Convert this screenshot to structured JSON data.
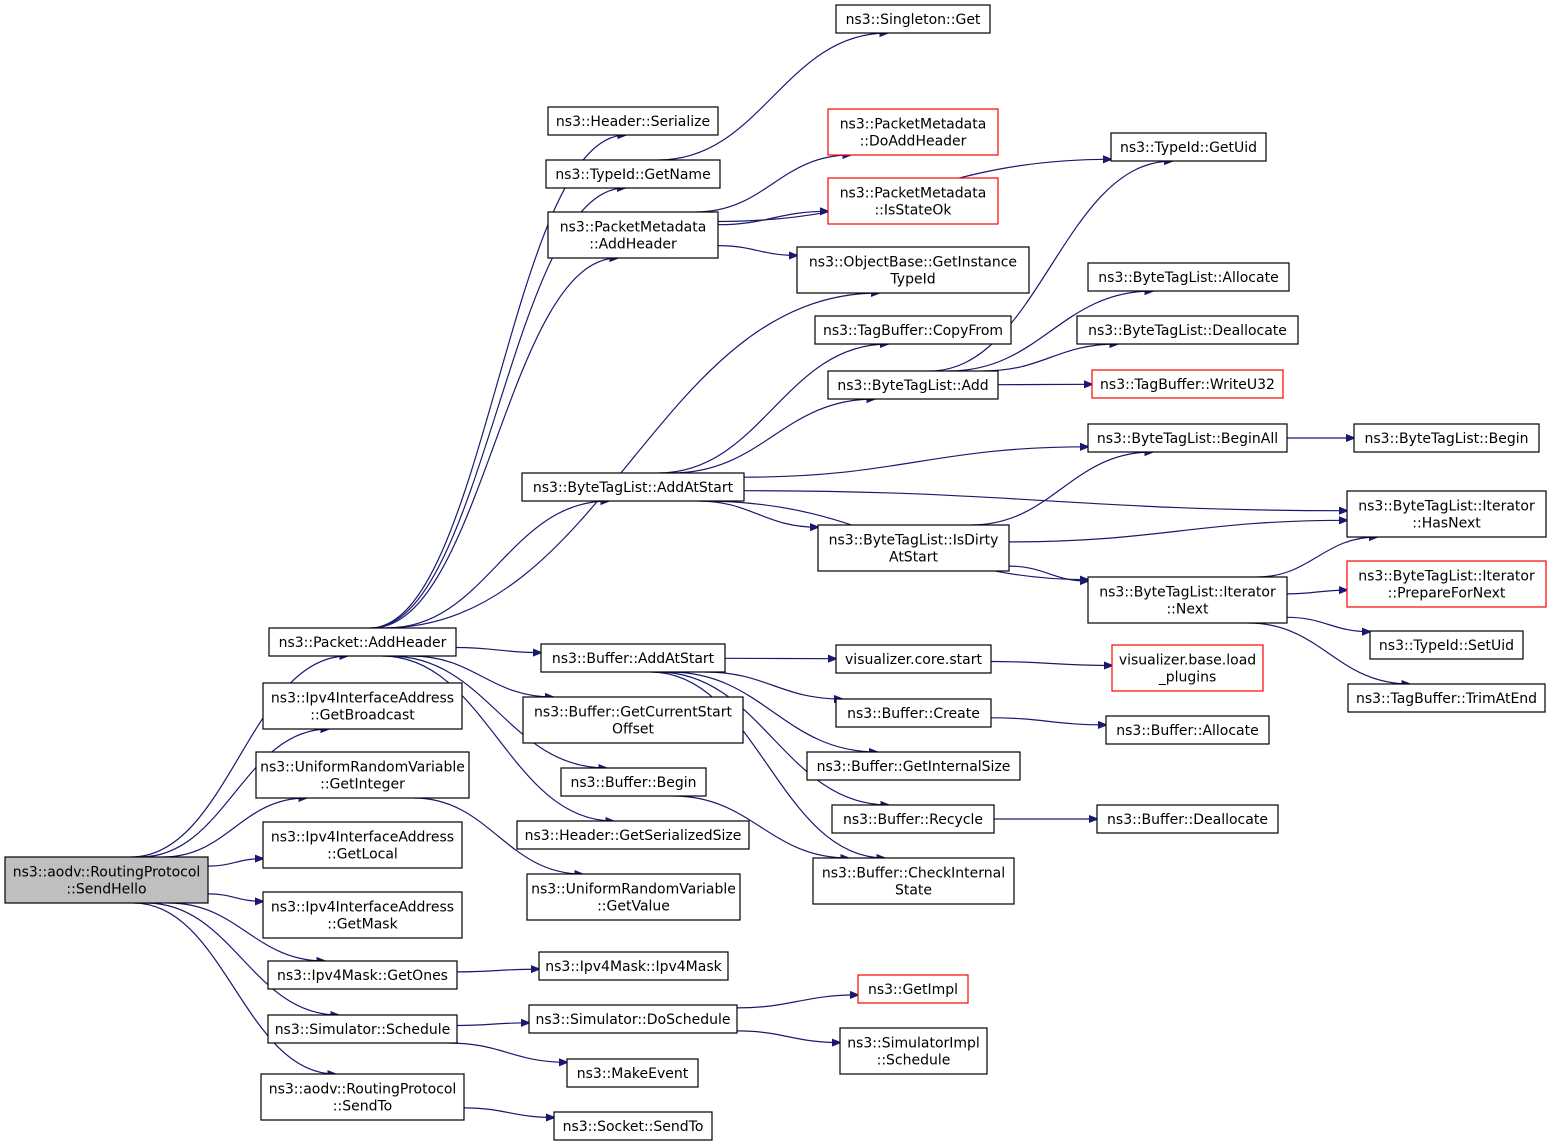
{
  "colors": {
    "edge": "#191970",
    "root_fill": "#bfbfbf",
    "border": "#000000",
    "link_border": "#ff0000"
  },
  "nodes": [
    {
      "id": "root",
      "lines": [
        "ns3::aodv::RoutingProtocol",
        "::SendHello"
      ],
      "kind": "root"
    },
    {
      "id": "packet_addheader",
      "lines": [
        "ns3::Packet::AddHeader"
      ],
      "kind": "black"
    },
    {
      "id": "ipv4ia_getbroadcast",
      "lines": [
        "ns3::Ipv4InterfaceAddress",
        "::GetBroadcast"
      ],
      "kind": "black"
    },
    {
      "id": "urv_getinteger",
      "lines": [
        "ns3::UniformRandomVariable",
        "::GetInteger"
      ],
      "kind": "black"
    },
    {
      "id": "ipv4ia_getlocal",
      "lines": [
        "ns3::Ipv4InterfaceAddress",
        "::GetLocal"
      ],
      "kind": "black"
    },
    {
      "id": "ipv4ia_getmask",
      "lines": [
        "ns3::Ipv4InterfaceAddress",
        "::GetMask"
      ],
      "kind": "black"
    },
    {
      "id": "ipv4mask_getones",
      "lines": [
        "ns3::Ipv4Mask::GetOnes"
      ],
      "kind": "black"
    },
    {
      "id": "simulator_schedule",
      "lines": [
        "ns3::Simulator::Schedule"
      ],
      "kind": "black"
    },
    {
      "id": "aodv_sendto",
      "lines": [
        "ns3::aodv::RoutingProtocol",
        "::SendTo"
      ],
      "kind": "black"
    },
    {
      "id": "header_serialize",
      "lines": [
        "ns3::Header::Serialize"
      ],
      "kind": "black"
    },
    {
      "id": "typeid_getname",
      "lines": [
        "ns3::TypeId::GetName"
      ],
      "kind": "black"
    },
    {
      "id": "pm_addheader",
      "lines": [
        "ns3::PacketMetadata",
        "::AddHeader"
      ],
      "kind": "black"
    },
    {
      "id": "bytetaglist_addatstart",
      "lines": [
        "ns3::ByteTagList::AddAtStart"
      ],
      "kind": "black"
    },
    {
      "id": "buffer_addatstart",
      "lines": [
        "ns3::Buffer::AddAtStart"
      ],
      "kind": "black"
    },
    {
      "id": "buffer_getcurrentstartoffset",
      "lines": [
        "ns3::Buffer::GetCurrentStart",
        "Offset"
      ],
      "kind": "black"
    },
    {
      "id": "buffer_begin",
      "lines": [
        "ns3::Buffer::Begin"
      ],
      "kind": "black"
    },
    {
      "id": "header_getserializedsize",
      "lines": [
        "ns3::Header::GetSerializedSize"
      ],
      "kind": "black"
    },
    {
      "id": "urv_getvalue",
      "lines": [
        "ns3::UniformRandomVariable",
        "::GetValue"
      ],
      "kind": "black"
    },
    {
      "id": "ipv4mask_ipv4mask",
      "lines": [
        "ns3::Ipv4Mask::Ipv4Mask"
      ],
      "kind": "black"
    },
    {
      "id": "simulator_doschedule",
      "lines": [
        "ns3::Simulator::DoSchedule"
      ],
      "kind": "black"
    },
    {
      "id": "makeevent",
      "lines": [
        "ns3::MakeEvent"
      ],
      "kind": "black"
    },
    {
      "id": "socket_sendto",
      "lines": [
        "ns3::Socket::SendTo"
      ],
      "kind": "black"
    },
    {
      "id": "singleton_get",
      "lines": [
        "ns3::Singleton::Get"
      ],
      "kind": "black"
    },
    {
      "id": "pm_doaddheader",
      "lines": [
        "ns3::PacketMetadata",
        "::DoAddHeader"
      ],
      "kind": "red"
    },
    {
      "id": "pm_isstateok",
      "lines": [
        "ns3::PacketMetadata",
        "::IsStateOk"
      ],
      "kind": "red"
    },
    {
      "id": "objectbase_getinstancetypeid",
      "lines": [
        "ns3::ObjectBase::GetInstance",
        "TypeId"
      ],
      "kind": "black"
    },
    {
      "id": "tagbuffer_copyfrom",
      "lines": [
        "ns3::TagBuffer::CopyFrom"
      ],
      "kind": "black"
    },
    {
      "id": "bytetaglist_add",
      "lines": [
        "ns3::ByteTagList::Add"
      ],
      "kind": "black"
    },
    {
      "id": "bytetaglist_isdirtyatstart",
      "lines": [
        "ns3::ByteTagList::IsDirty",
        "AtStart"
      ],
      "kind": "black"
    },
    {
      "id": "visualizer_core_start",
      "lines": [
        "visualizer.core.start"
      ],
      "kind": "black"
    },
    {
      "id": "buffer_create",
      "lines": [
        "ns3::Buffer::Create"
      ],
      "kind": "black"
    },
    {
      "id": "buffer_getinternalsize",
      "lines": [
        "ns3::Buffer::GetInternalSize"
      ],
      "kind": "black"
    },
    {
      "id": "buffer_recycle",
      "lines": [
        "ns3::Buffer::Recycle"
      ],
      "kind": "black"
    },
    {
      "id": "buffer_checkinternalstate",
      "lines": [
        "ns3::Buffer::CheckInternal",
        "State"
      ],
      "kind": "black"
    },
    {
      "id": "getimpl",
      "lines": [
        "ns3::GetImpl"
      ],
      "kind": "red"
    },
    {
      "id": "simulatorimpl_schedule",
      "lines": [
        "ns3::SimulatorImpl",
        "::Schedule"
      ],
      "kind": "black"
    },
    {
      "id": "typeid_getuid",
      "lines": [
        "ns3::TypeId::GetUid"
      ],
      "kind": "black"
    },
    {
      "id": "bytetaglist_allocate",
      "lines": [
        "ns3::ByteTagList::Allocate"
      ],
      "kind": "black"
    },
    {
      "id": "bytetaglist_deallocate",
      "lines": [
        "ns3::ByteTagList::Deallocate"
      ],
      "kind": "black"
    },
    {
      "id": "tagbuffer_writeu32",
      "lines": [
        "ns3::TagBuffer::WriteU32"
      ],
      "kind": "red"
    },
    {
      "id": "bytetaglist_beginall",
      "lines": [
        "ns3::ByteTagList::BeginAll"
      ],
      "kind": "black"
    },
    {
      "id": "bytetaglist_iterator_next",
      "lines": [
        "ns3::ByteTagList::Iterator",
        "::Next"
      ],
      "kind": "black"
    },
    {
      "id": "visualizer_base_load_plugins",
      "lines": [
        "visualizer.base.load",
        "_plugins"
      ],
      "kind": "red"
    },
    {
      "id": "buffer_allocate",
      "lines": [
        "ns3::Buffer::Allocate"
      ],
      "kind": "black"
    },
    {
      "id": "buffer_deallocate",
      "lines": [
        "ns3::Buffer::Deallocate"
      ],
      "kind": "black"
    },
    {
      "id": "bytetaglist_begin",
      "lines": [
        "ns3::ByteTagList::Begin"
      ],
      "kind": "black"
    },
    {
      "id": "bytetaglist_iterator_hasnext",
      "lines": [
        "ns3::ByteTagList::Iterator",
        "::HasNext"
      ],
      "kind": "black"
    },
    {
      "id": "bytetaglist_iterator_prepareforNext",
      "lines": [
        "ns3::ByteTagList::Iterator",
        "::PrepareForNext"
      ],
      "kind": "red"
    },
    {
      "id": "typeid_setuid",
      "lines": [
        "ns3::TypeId::SetUid"
      ],
      "kind": "black"
    },
    {
      "id": "tagbuffer_trimatend",
      "lines": [
        "ns3::TagBuffer::TrimAtEnd"
      ],
      "kind": "black"
    }
  ],
  "edges": [
    [
      "root",
      "packet_addheader"
    ],
    [
      "root",
      "ipv4ia_getbroadcast"
    ],
    [
      "root",
      "urv_getinteger"
    ],
    [
      "root",
      "ipv4ia_getlocal"
    ],
    [
      "root",
      "ipv4ia_getmask"
    ],
    [
      "root",
      "ipv4mask_getones"
    ],
    [
      "root",
      "simulator_schedule"
    ],
    [
      "root",
      "aodv_sendto"
    ],
    [
      "packet_addheader",
      "header_serialize"
    ],
    [
      "packet_addheader",
      "typeid_getname"
    ],
    [
      "packet_addheader",
      "pm_addheader"
    ],
    [
      "packet_addheader",
      "objectbase_getinstancetypeid"
    ],
    [
      "packet_addheader",
      "bytetaglist_addatstart"
    ],
    [
      "packet_addheader",
      "buffer_addatstart"
    ],
    [
      "packet_addheader",
      "buffer_getcurrentstartoffset"
    ],
    [
      "packet_addheader",
      "buffer_begin"
    ],
    [
      "packet_addheader",
      "header_getserializedsize"
    ],
    [
      "urv_getinteger",
      "urv_getvalue"
    ],
    [
      "ipv4mask_getones",
      "ipv4mask_ipv4mask"
    ],
    [
      "simulator_schedule",
      "simulator_doschedule"
    ],
    [
      "simulator_schedule",
      "makeevent"
    ],
    [
      "aodv_sendto",
      "socket_sendto"
    ],
    [
      "typeid_getname",
      "singleton_get"
    ],
    [
      "pm_addheader",
      "typeid_getuid"
    ],
    [
      "pm_addheader",
      "pm_doaddheader"
    ],
    [
      "pm_addheader",
      "pm_isstateok"
    ],
    [
      "pm_addheader",
      "objectbase_getinstancetypeid"
    ],
    [
      "bytetaglist_addatstart",
      "tagbuffer_copyfrom"
    ],
    [
      "bytetaglist_addatstart",
      "bytetaglist_add"
    ],
    [
      "bytetaglist_addatstart",
      "bytetaglist_beginall"
    ],
    [
      "bytetaglist_addatstart",
      "bytetaglist_iterator_hasnext"
    ],
    [
      "bytetaglist_addatstart",
      "bytetaglist_isdirtyatstart"
    ],
    [
      "bytetaglist_addatstart",
      "bytetaglist_iterator_next"
    ],
    [
      "bytetaglist_add",
      "typeid_getuid"
    ],
    [
      "bytetaglist_add",
      "bytetaglist_allocate"
    ],
    [
      "bytetaglist_add",
      "bytetaglist_deallocate"
    ],
    [
      "bytetaglist_add",
      "tagbuffer_writeu32"
    ],
    [
      "bytetaglist_beginall",
      "bytetaglist_begin"
    ],
    [
      "bytetaglist_isdirtyatstart",
      "bytetaglist_beginall"
    ],
    [
      "bytetaglist_isdirtyatstart",
      "bytetaglist_iterator_hasnext"
    ],
    [
      "bytetaglist_isdirtyatstart",
      "bytetaglist_iterator_next"
    ],
    [
      "bytetaglist_iterator_next",
      "bytetaglist_iterator_hasnext"
    ],
    [
      "bytetaglist_iterator_next",
      "bytetaglist_iterator_prepareforNext"
    ],
    [
      "bytetaglist_iterator_next",
      "typeid_setuid"
    ],
    [
      "bytetaglist_iterator_next",
      "tagbuffer_trimatend"
    ],
    [
      "buffer_addatstart",
      "visualizer_core_start"
    ],
    [
      "buffer_addatstart",
      "buffer_create"
    ],
    [
      "buffer_addatstart",
      "buffer_getinternalsize"
    ],
    [
      "buffer_addatstart",
      "buffer_recycle"
    ],
    [
      "buffer_addatstart",
      "buffer_checkinternalstate"
    ],
    [
      "visualizer_core_start",
      "visualizer_base_load_plugins"
    ],
    [
      "buffer_create",
      "buffer_allocate"
    ],
    [
      "buffer_recycle",
      "buffer_deallocate"
    ],
    [
      "buffer_begin",
      "buffer_checkinternalstate"
    ],
    [
      "simulator_doschedule",
      "getimpl"
    ],
    [
      "simulator_doschedule",
      "simulatorimpl_schedule"
    ]
  ]
}
